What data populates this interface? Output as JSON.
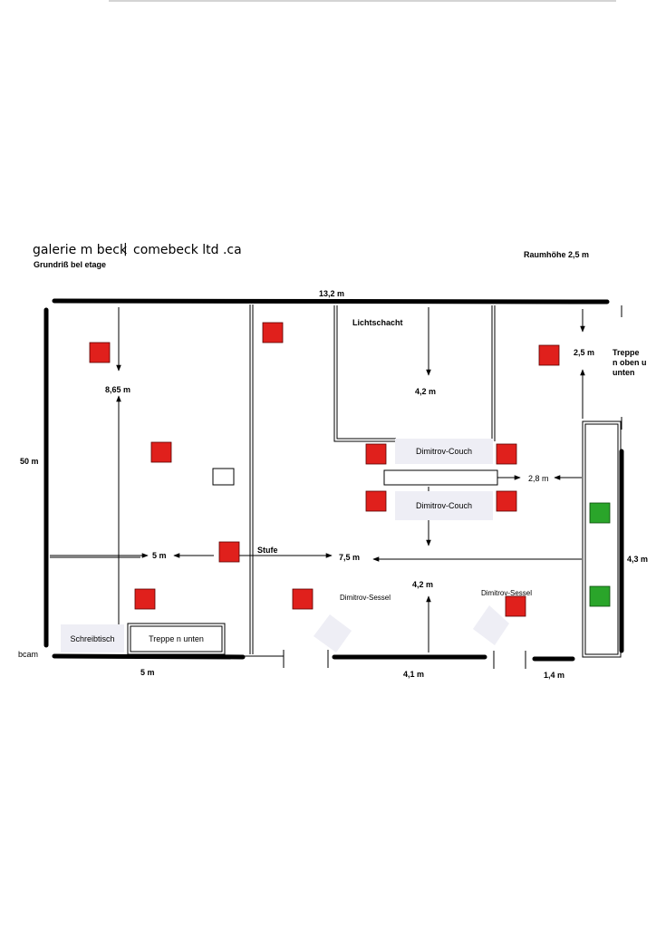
{
  "header": {
    "title": "galerie m beck",
    "separator": "|",
    "brand": "comebeck ltd .ca",
    "subtitle": "Grundriß  bel etage",
    "room_height": "Raumhöhe 2,5 m"
  },
  "dimensions": {
    "top_width": "13,2 m",
    "left_height": "50 m",
    "left_room_depth": "8,65 m",
    "lichtschacht_depth_top": "4,2 m",
    "lichtschacht_depth_bottom": "4,2 m",
    "right_depth": "2,5 m",
    "couch_gap": "2,8 m",
    "left_width": "5 m",
    "mid_width": "7,5  m",
    "right_height": "4,3 m",
    "bottom_left": "5 m",
    "bottom_mid": "4,1 m",
    "bottom_right": "1,4 m"
  },
  "labels": {
    "lichtschacht": "Lichtschacht",
    "stufe": "Stufe",
    "treppe_right": "Treppe\nn oben u\nunten",
    "bcam": "bcam",
    "schreibtisch": "Schreibtisch",
    "treppe_unten": "Treppe n unten",
    "couch_top": "Dimitrov-Couch",
    "couch_bottom": "Dimitrov-Couch",
    "sessel_left": "Dimitrov-Sessel",
    "sessel_right": "Dimitrov-Sessel"
  },
  "colors": {
    "red_marker": "#e0201c",
    "green_marker": "#2aa52a",
    "furniture": "#eeeef5",
    "line": "#000000"
  }
}
